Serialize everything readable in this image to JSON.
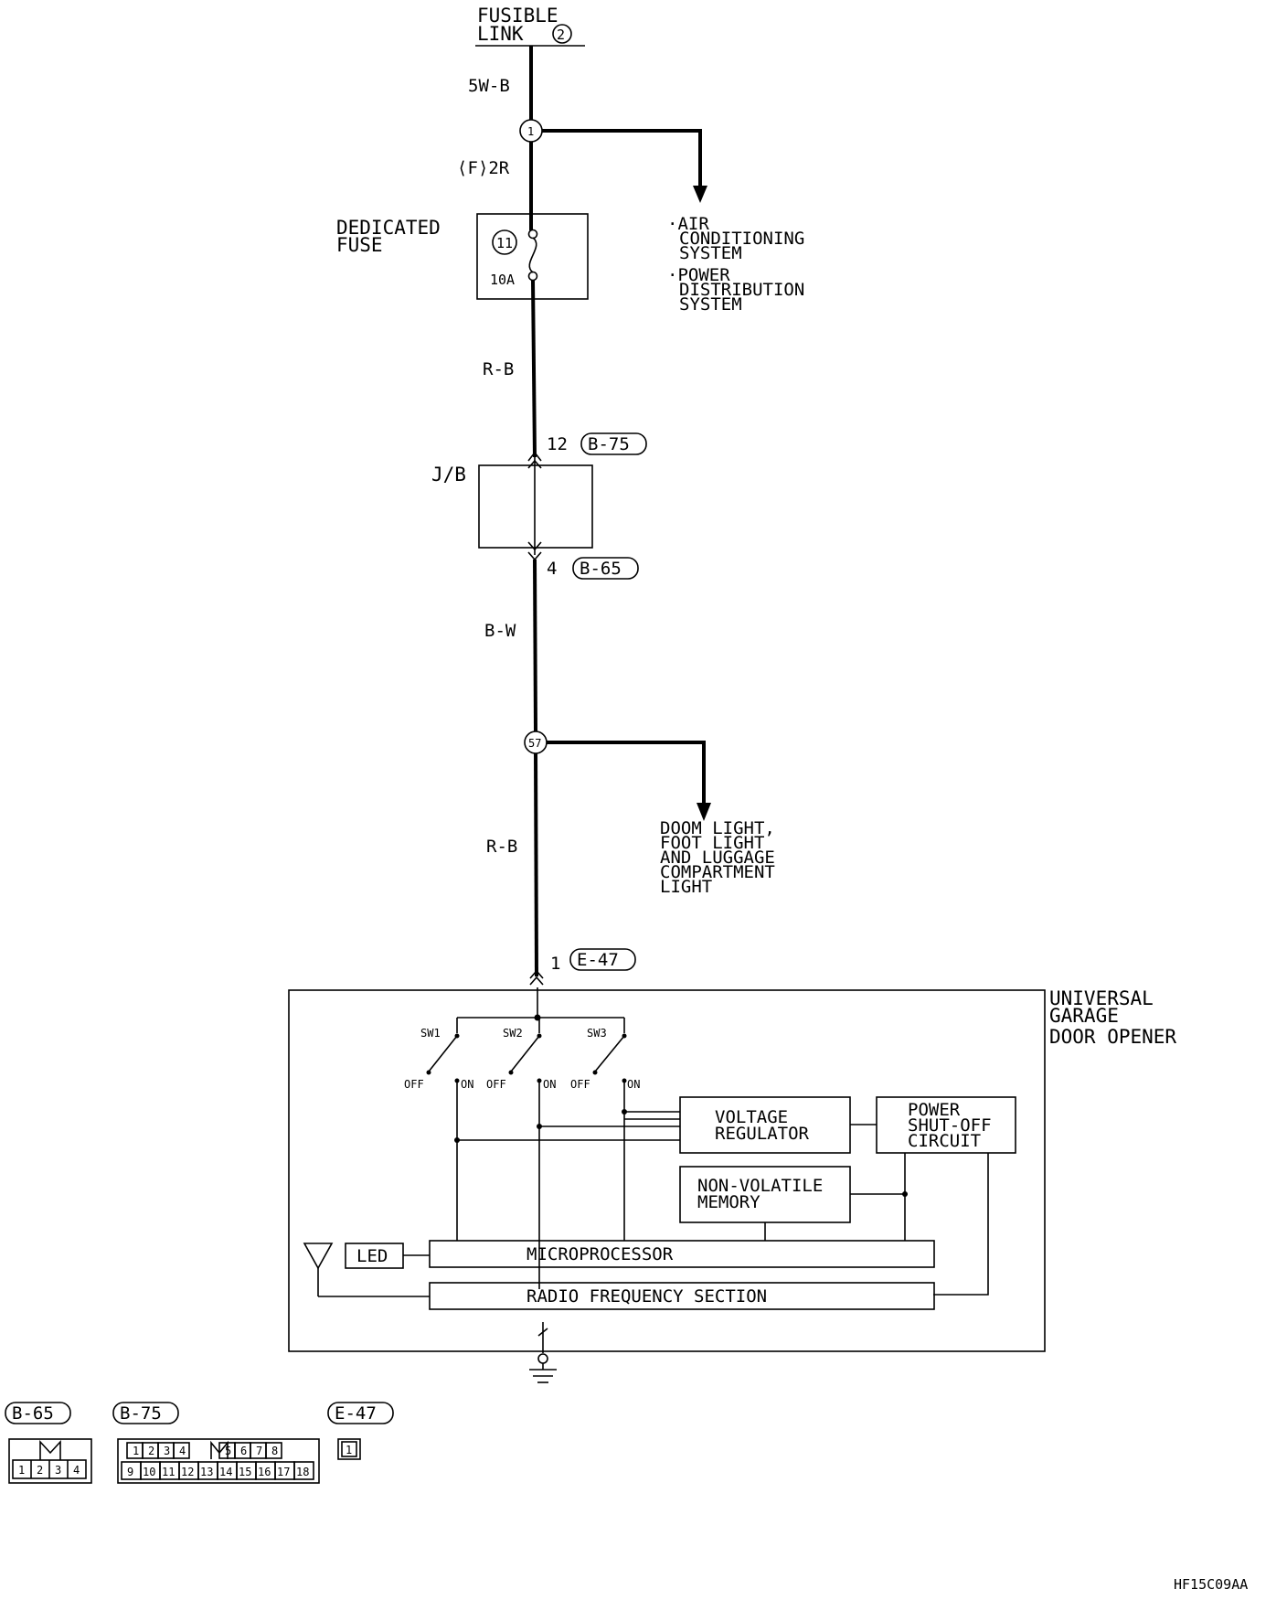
{
  "top": {
    "fusible_link_line1": "FUSIBLE",
    "fusible_link_line2": "LINK",
    "fusible_link_num": "2",
    "wire_1": "5W-B",
    "junction_1": "1",
    "wire_2": "⟨F⟩2R"
  },
  "branch_1": {
    "line1": "·AIR",
    "line2": "CONDITIONING",
    "line3": "SYSTEM",
    "line4": "·POWER",
    "line5": "DISTRIBUTION",
    "line6": "SYSTEM"
  },
  "fuse": {
    "title_line1": "DEDICATED",
    "title_line2": "FUSE",
    "number": "11",
    "rating": "10A"
  },
  "wire_3": "R-B",
  "junction_block": {
    "label": "J/B",
    "in_pin": "12",
    "in_connector": "B-75",
    "out_pin": "4",
    "out_connector": "B-65"
  },
  "wire_4": "B-W",
  "junction_57": "57",
  "branch_2": {
    "line1": "DOOM LIGHT,",
    "line2": "FOOT LIGHT",
    "line3": "AND LUGGAGE",
    "line4": "COMPARTMENT",
    "line5": "LIGHT"
  },
  "wire_5": "R-B",
  "e47": {
    "pin": "1",
    "connector": "E-47"
  },
  "opener": {
    "title_line1": "UNIVERSAL",
    "title_line2": "GARAGE",
    "title_line3": "DOOR OPENER",
    "sw1": "SW1",
    "sw2": "SW2",
    "sw3": "SW3",
    "off": "OFF",
    "on": "ON",
    "voltage_regulator_line1": "VOLTAGE",
    "voltage_regulator_line2": "REGULATOR",
    "power_shutoff_line1": "POWER",
    "power_shutoff_line2": "SHUT-OFF",
    "power_shutoff_line3": "CIRCUIT",
    "memory_line1": "NON-VOLATILE",
    "memory_line2": "MEMORY",
    "led": "LED",
    "microprocessor": "MICROPROCESSOR",
    "radio_frequency": "RADIO FREQUENCY SECTION"
  },
  "connectors": {
    "b65": {
      "label": "B-65",
      "pins": [
        "1",
        "2",
        "3",
        "4"
      ]
    },
    "b75": {
      "label": "B-75",
      "pins_top": [
        "1",
        "2",
        "3",
        "4",
        "5",
        "6",
        "7",
        "8"
      ],
      "pins_bottom": [
        "9",
        "10",
        "11",
        "12",
        "13",
        "14",
        "15",
        "16",
        "17",
        "18"
      ]
    },
    "e47": {
      "label": "E-47",
      "pins": [
        "1"
      ]
    }
  },
  "diagram_code": "HF15C09AA"
}
